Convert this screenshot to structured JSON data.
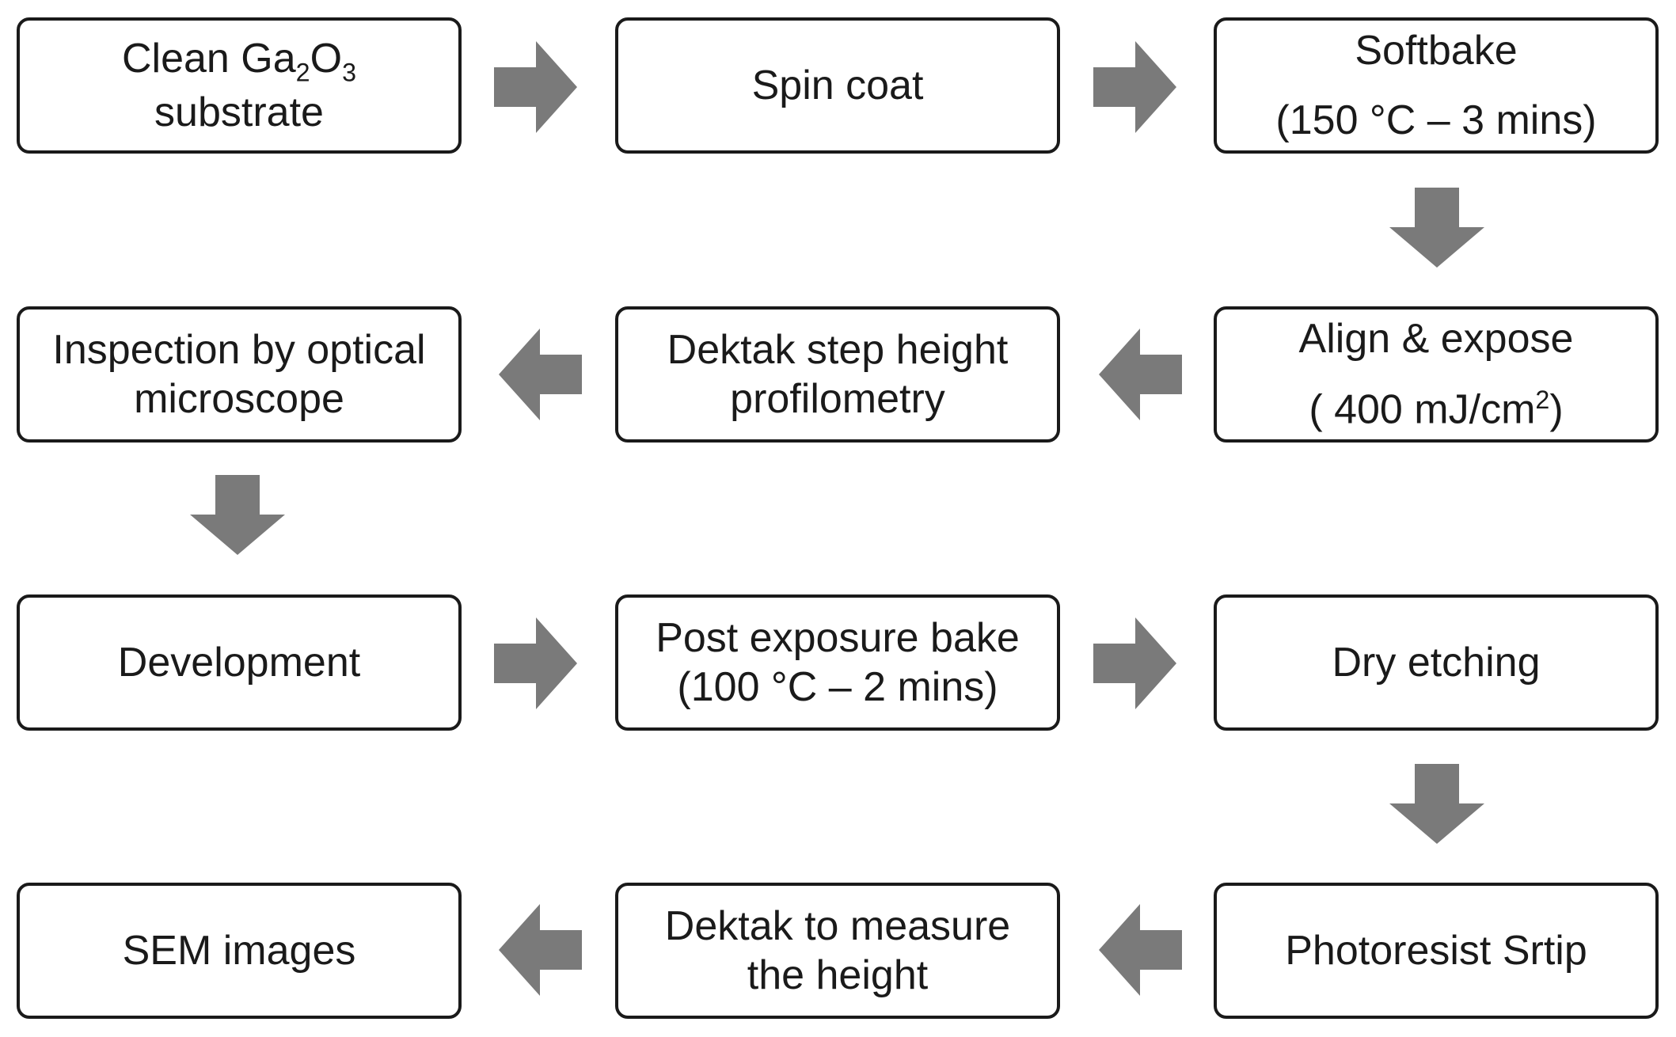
{
  "colors": {
    "box_border": "#1a1a1a",
    "box_fill": "#ffffff",
    "text": "#1a1a1a",
    "arrow": "#7a7a7a"
  },
  "steps": [
    {
      "id": "clean-substrate",
      "lines": [
        "Clean Ga",
        "O",
        "substrate"
      ],
      "sub": [
        "2",
        "3"
      ]
    },
    {
      "id": "spin-coat",
      "lines": [
        "Spin coat"
      ]
    },
    {
      "id": "softbake",
      "lines": [
        "Softbake",
        "(150 °C – 3 mins)"
      ]
    },
    {
      "id": "align-expose",
      "lines": [
        "Align & expose",
        "( 400 mJ/cm",
        ")"
      ],
      "sup": "2"
    },
    {
      "id": "dektak-profilometry",
      "lines": [
        "Dektak step height",
        "profilometry"
      ]
    },
    {
      "id": "inspection",
      "lines": [
        "Inspection by optical",
        "microscope"
      ]
    },
    {
      "id": "development",
      "lines": [
        "Development"
      ]
    },
    {
      "id": "post-exposure-bake",
      "lines": [
        "Post exposure bake",
        "(100 °C – 2 mins)"
      ]
    },
    {
      "id": "dry-etching",
      "lines": [
        "Dry etching"
      ]
    },
    {
      "id": "photoresist-strip",
      "lines": [
        "Photoresist Srtip"
      ]
    },
    {
      "id": "dektak-measure",
      "lines": [
        "Dektak to measure",
        "the height"
      ]
    },
    {
      "id": "sem-images",
      "lines": [
        "SEM images"
      ]
    }
  ],
  "flow": [
    {
      "from": "Clean Ga2O3 substrate",
      "to": "Spin coat",
      "direction": "right"
    },
    {
      "from": "Spin coat",
      "to": "Softbake",
      "direction": "right"
    },
    {
      "from": "Softbake",
      "to": "Align & expose",
      "direction": "down"
    },
    {
      "from": "Align & expose",
      "to": "Dektak step height profilometry",
      "direction": "left"
    },
    {
      "from": "Dektak step height profilometry",
      "to": "Inspection by optical microscope",
      "direction": "left"
    },
    {
      "from": "Inspection by optical microscope",
      "to": "Development",
      "direction": "down"
    },
    {
      "from": "Development",
      "to": "Post exposure bake",
      "direction": "right"
    },
    {
      "from": "Post exposure bake",
      "to": "Dry etching",
      "direction": "right"
    },
    {
      "from": "Dry etching",
      "to": "Photoresist Srtip",
      "direction": "down"
    },
    {
      "from": "Photoresist Srtip",
      "to": "Dektak to measure the height",
      "direction": "left"
    },
    {
      "from": "Dektak to measure the height",
      "to": "SEM images",
      "direction": "left"
    }
  ]
}
